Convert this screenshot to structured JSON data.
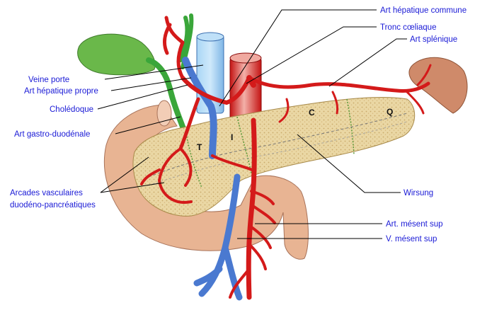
{
  "labels": {
    "art_hepatique_commune": "Art hépatique commune",
    "tronc_coeliaque": "Tronc cœliaque",
    "art_splenique": "Art splénique",
    "veine_porte": "Veine porte",
    "art_hepatique_propre": "Art hépatique propre",
    "choledoque": "Cholédoque",
    "art_gastro_duodenale": "Art gastro-duodénale",
    "arcades_line1": "Arcades vasculaires",
    "arcades_line2": "duodéno-pancréatiques",
    "wirsung": "Wirsung",
    "art_mesent_sup": "Art. mésent sup",
    "v_mesent_sup": "V. mésent sup"
  },
  "segments": {
    "t": "T",
    "i": "I",
    "c": "C",
    "q": "Q"
  },
  "colors": {
    "label_text": "#1a1ad6",
    "artery": "#d41a1a",
    "vein": "#4a79d0",
    "gallbladder": "#6ab84a",
    "bile_duct": "#3aa63a",
    "pancreas": "#ead7a4",
    "duodenum": "#e8b493",
    "spleen": "#cf8a6a"
  }
}
